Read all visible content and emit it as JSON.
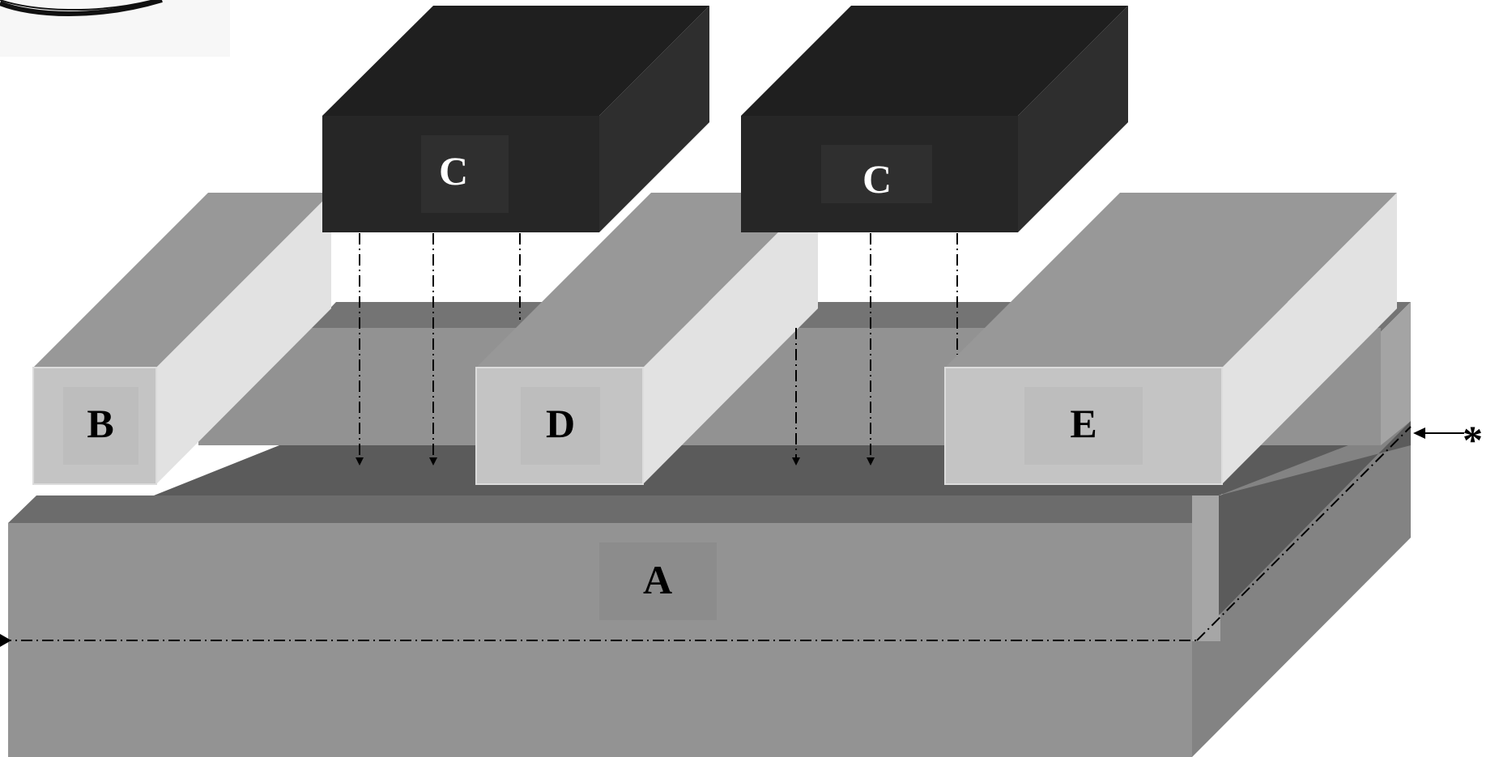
{
  "diagram": {
    "labels": {
      "a": "A",
      "b": "B",
      "c_left": "C",
      "c_right": "C",
      "d": "D",
      "e": "E",
      "marker": "*"
    },
    "colors": {
      "block_black_front": "#262626",
      "block_black_top": "#1f1f1f",
      "block_black_side": "#2e2e2e",
      "grey_mid": "#939393",
      "grey_light": "#c4c4c4",
      "grey_lighter": "#e2e2e2",
      "grey_top": "#989898",
      "grey_dark": "#5a5a5a",
      "grey_darker": "#747474",
      "background": "#ffffff"
    }
  }
}
